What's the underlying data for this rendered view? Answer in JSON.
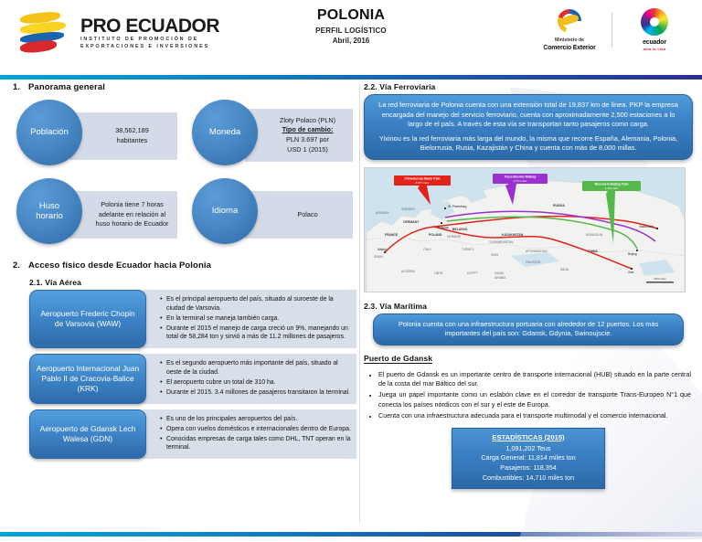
{
  "header": {
    "logo_title": "PRO ECUADOR",
    "logo_sub1": "INSTITUTO DE PROMOCIÓN DE",
    "logo_sub2": "EXPORTACIONES E INVERSIONES",
    "doc_title": "POLONIA",
    "doc_subtitle": "PERFIL LOGÍSTICO",
    "doc_date": "Abril, 2016",
    "gov_ministry_line1": "Ministerio de",
    "gov_ministry_line2": "Comercio Exterior",
    "gov_brand": "ecuador",
    "gov_brand_tag": "ama la vida",
    "accent_gradient_start": "#00a6d6",
    "accent_gradient_end": "#2b2f8f"
  },
  "section1": {
    "number": "1.",
    "title": "Panorama general",
    "items": [
      {
        "circle_label": "Población",
        "box_text": "38,562,189\nhabitantes"
      },
      {
        "circle_label": "Moneda",
        "box_html": "Zloty Polaco (PLN)\n__Tipo de cambio:__\nPLN 3.697 por\nUSD 1 (2015)"
      },
      {
        "circle_label": "Huso\nhorario",
        "box_text": "Polonia tiene 7 horas adelante en relación al huso horario de Ecuador"
      },
      {
        "circle_label": "Idioma",
        "box_text": "Polaco"
      }
    ],
    "moneda_currency": "Zloty Polaco (PLN)",
    "moneda_rate_label": "Tipo de cambio:",
    "moneda_rate_l1": "PLN 3.697 por",
    "moneda_rate_l2": "USD 1 (2015)"
  },
  "section2": {
    "number": "2.",
    "title": "Acceso físico desde Ecuador hacia Polonia"
  },
  "section21": {
    "title": "2.1. Vía Aérea",
    "airports": [
      {
        "name": "Aeropuerto Frederic Chopin de Varsovia (WAW)",
        "facts": [
          "Es el principal aeropuerto del país, situado al suroeste de la ciudad de Varsovia.",
          "En la terminal se maneja también carga.",
          "Durante el 2015 el manejo de carga creció un 9%, manejando un total de 58,284 ton y sirvió a más de 11.2 millones de pasajeros."
        ]
      },
      {
        "name": "Aeropuerto Internacional Juan Pablo II de Cracovia-Balice (KRK)",
        "facts": [
          "Es el segundo  aeropuerto más importante del país, situado al oeste de la ciudad.",
          "El aeropuerto cubre un total de 310 ha.",
          "Durante el 2015. 3.4 millones de pasajeros transitaron la terminal."
        ]
      },
      {
        "name": "Aeropuerto de Gdansk Lech Walesa (GDN)",
        "facts": [
          "Es uno de los principales aeropuertos del país.",
          "Opera con vuelos domésticos e internacionales dentro de Europa.",
          "Conocidas empresas de carga tales como DHL, TNT operan en la terminal."
        ]
      }
    ]
  },
  "section22": {
    "title": "2.2. Vía Ferroviaria",
    "paragraph1": "La red ferroviaria de Polonia cuenta con una extensión total de 19,837 km de línea. PKP la empresa encargada del manejo del servicio ferroviario, cuenta con aproximadamente 2,500 estaciones a lo largo de el país. A través de esta vía se transportan tanto pasajeros como carga.",
    "paragraph2": "Yixinou es la red ferroviaria más larga del mundo, la misma que recorre España, Alemania, Polonia, Bielorrusia, Rusia, Kazajistán y China y cuenta con más de 8,000 millas.",
    "map": {
      "labels": [
        {
          "text": "China-Europe Block Train",
          "value": "8,077 miles",
          "color": "#e2231a"
        },
        {
          "text": "Trans-Siberian Railway",
          "value": "5,772 miles",
          "color": "#9b30d0"
        },
        {
          "text": "Moscow-to-Beijing Train",
          "value": "4,348 miles",
          "color": "#54b948"
        }
      ],
      "countries": [
        "SPAIN",
        "FRANCE",
        "GERMANY",
        "POLAND",
        "BELARUS",
        "RUSSIA",
        "KAZAKHSTAN",
        "MONGOLIA",
        "CHINA",
        "ITALY",
        "TURKEY",
        "IRAN",
        "EGYPT",
        "LIBYA",
        "ALGERIA",
        "SAUDI ARABIA",
        "INDIA",
        "PAKISTAN",
        "AFGHANISTAN",
        "TURKMENISTAN",
        "UKRAINE",
        "SWEDEN",
        "NORWAY"
      ],
      "cities": [
        "Madrid",
        "St. Petersburg",
        "Moscow",
        "Beijing",
        "Vladivostok",
        "Xian"
      ],
      "scale": "1000 miles"
    }
  },
  "section23": {
    "title": "2.3. Vía Marítima",
    "paragraph": "Polonia cuenta con una infraestructura portuaria con alrededor de 12 puertos. Los más importantes del país son: Gdansk, Gdynia, Swinoujscie.",
    "port_heading": "Puerto de Gdansk",
    "bullets": [
      "El puerto de Gdansk es un importante centro de transporte internacional (HUB) situado en la parte central de la costa del mar Báltico del sur.",
      "Juega un papel importante como un eslabón clave en el corredor de transporte Trans-Europeo N°1 que conecta los países nórdicos con el sur y el este de Europa.",
      "Cuenta con una infraestructura adecuada para el transporte multimodal y el comercio internacional."
    ],
    "stats": {
      "title": "ESTADÍSTICAS (2015)",
      "lines": [
        "1,091,202 Teus",
        "Carga General: 11,814 miles ton",
        "Pasajeros: 118,354",
        "Combustibles: 14,710 miles ton"
      ]
    }
  }
}
